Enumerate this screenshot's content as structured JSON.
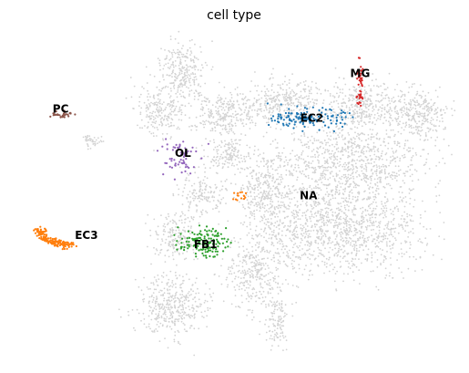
{
  "chart_data": {
    "type": "scatter",
    "title": "cell type",
    "xlabel": "",
    "ylabel": "",
    "axes_visible": false,
    "grid": false,
    "legend": "on data",
    "background_color": "#d3d3d3",
    "series": [
      {
        "name": "PC",
        "color": "#8c564b",
        "approx_center": [
          -5.4,
          7.1
        ],
        "approx_spread": [
          0.3,
          0.15
        ],
        "approx_count": 30
      },
      {
        "name": "OL",
        "color": "#9467bd",
        "approx_center": [
          -1.8,
          5.1
        ],
        "approx_spread": [
          0.5,
          0.9
        ],
        "approx_count": 60
      },
      {
        "name": "MG",
        "color": "#d62728",
        "approx_center": [
          3.9,
          8.4
        ],
        "approx_spread": [
          0.1,
          0.9
        ],
        "approx_count": 45
      },
      {
        "name": "EC2",
        "color": "#1f77b4",
        "approx_center": [
          2.3,
          6.9
        ],
        "approx_spread": [
          0.9,
          0.35
        ],
        "approx_count": 150
      },
      {
        "name": "EC3",
        "color": "#ff7f0e",
        "approx_center": [
          -5.0,
          1.6
        ],
        "approx_spread": [
          1.1,
          0.7
        ],
        "approx_count": 160
      },
      {
        "name": "FB1",
        "color": "#2ca02c",
        "approx_center": [
          -1.0,
          1.3
        ],
        "approx_spread": [
          0.6,
          0.5
        ],
        "approx_count": 140
      },
      {
        "name": "NA",
        "color": "#ff7f0e",
        "approx_center": [
          0.2,
          3.4
        ],
        "approx_spread": [
          0.2,
          0.2
        ],
        "approx_count": 15
      }
    ],
    "labels": [
      {
        "text": "PC",
        "x": -5.4,
        "y": 7.3
      },
      {
        "text": "OL",
        "x": -1.6,
        "y": 5.3
      },
      {
        "text": "MG",
        "x": 3.9,
        "y": 8.9
      },
      {
        "text": "EC2",
        "x": 2.4,
        "y": 6.9
      },
      {
        "text": "EC3",
        "x": -4.6,
        "y": 1.6
      },
      {
        "text": "FB1",
        "x": -0.9,
        "y": 1.2
      },
      {
        "text": "NA",
        "x": 2.3,
        "y": 3.4
      }
    ],
    "xlim": [
      -7,
      7
    ],
    "ylim": [
      -4,
      11
    ]
  }
}
